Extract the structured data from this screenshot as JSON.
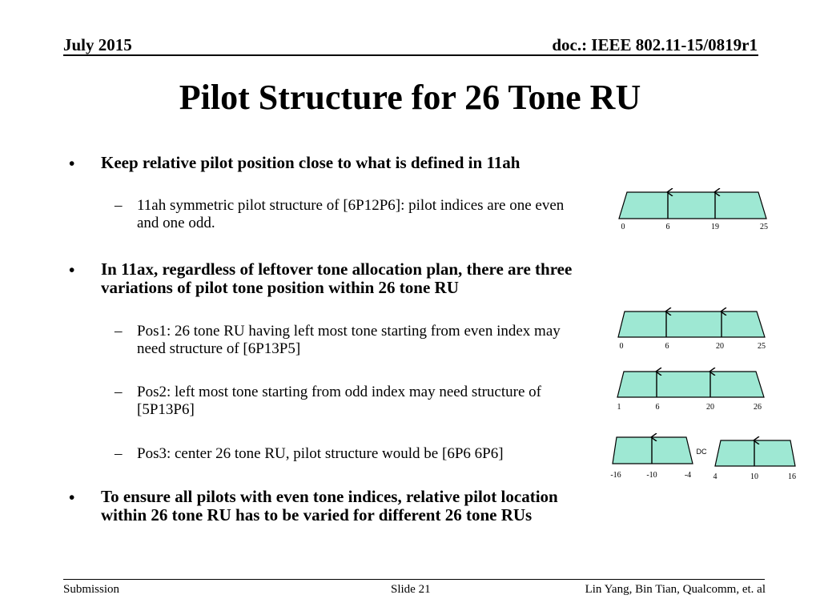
{
  "header": {
    "date": "July 2015",
    "doc": "doc.: IEEE 802.11-15/0819r1"
  },
  "title": "Pilot Structure for 26 Tone RU",
  "bullets": [
    {
      "bullet": "•",
      "text": "Keep relative pilot position close to what is defined in 11ah",
      "subs": [
        {
          "dash": "–",
          "text": "11ah symmetric pilot structure of  [6P12P6]:  pilot indices are one even and one odd."
        }
      ]
    },
    {
      "bullet": "•",
      "text": "In 11ax,  regardless of leftover tone allocation plan, there are three variations of pilot tone position within 26 tone RU",
      "subs": [
        {
          "dash": "–",
          "text": "Pos1: 26 tone RU having left most tone starting from even index may need structure of [6P13P5]"
        },
        {
          "dash": "–",
          "text": "Pos2: left most tone starting from odd index may need structure of [5P13P6]"
        },
        {
          "dash": "–",
          "text": "Pos3: center 26 tone RU, pilot structure would be [6P6 6P6]"
        }
      ]
    },
    {
      "bullet": "•",
      "text": "To ensure all pilots with even tone indices, relative pilot location within 26 tone RU has to be varied for different 26 tone RUs",
      "subs": []
    }
  ],
  "diagrams": {
    "fill_color": "#9ee8d3",
    "d11ah": {
      "labels": [
        "0",
        "6",
        "19",
        "25"
      ]
    },
    "pos1": {
      "labels": [
        "0",
        "6",
        "20",
        "25"
      ]
    },
    "pos2": {
      "labels": [
        "1",
        "6",
        "20",
        "26"
      ]
    },
    "pos3_left": {
      "labels": [
        "-16",
        "-10",
        "-4"
      ]
    },
    "pos3_right": {
      "labels": [
        "4",
        "10",
        "16"
      ]
    },
    "dc_label": "DC"
  },
  "footer": {
    "left": "Submission",
    "center": "Slide 21",
    "right": "Lin Yang, Bin Tian, Qualcomm, et. al"
  }
}
